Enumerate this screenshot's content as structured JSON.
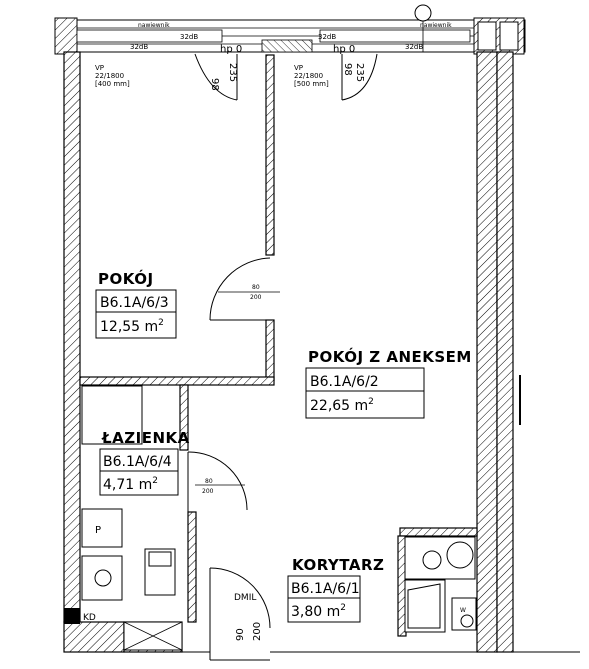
{
  "rooms": [
    {
      "name": "POKÓJ",
      "code": "B6.1A/6/3",
      "area_value": "12,55 m",
      "area_sup": "2"
    },
    {
      "name": "POKÓJ Z ANEKSEM",
      "code": "B6.1A/6/2",
      "area_value": "22,65 m",
      "area_sup": "2"
    },
    {
      "name": "ŁAZIENKA",
      "code": "B6.1A/6/4",
      "area_value": "4,71 m",
      "area_sup": "2"
    },
    {
      "name": "KORYTARZ",
      "code": "B6.1A/6/1",
      "area_value": "3,80 m",
      "area_sup": "2"
    }
  ],
  "vents": [
    {
      "line1": "VP",
      "line2": "22/1800",
      "line3": "[400 mm]"
    },
    {
      "line1": "VP",
      "line2": "22/1800",
      "line3": "[500 mm]"
    }
  ],
  "windows": {
    "nawiew_label": "nawiewnik",
    "db_labels": [
      "32dB",
      "32dB",
      "32dB",
      "32dB"
    ],
    "hp_labels": [
      "hp 0",
      "hp 0"
    ],
    "sill_98": "98",
    "sill_235": "235"
  },
  "doors": [
    {
      "width": "80",
      "height": "200"
    },
    {
      "width": "80",
      "height": "200"
    }
  ],
  "entrance": {
    "label": "DMIL",
    "width": "90",
    "height": "200"
  },
  "symbols": {
    "p": "P",
    "kd": "KD",
    "w": "W"
  }
}
